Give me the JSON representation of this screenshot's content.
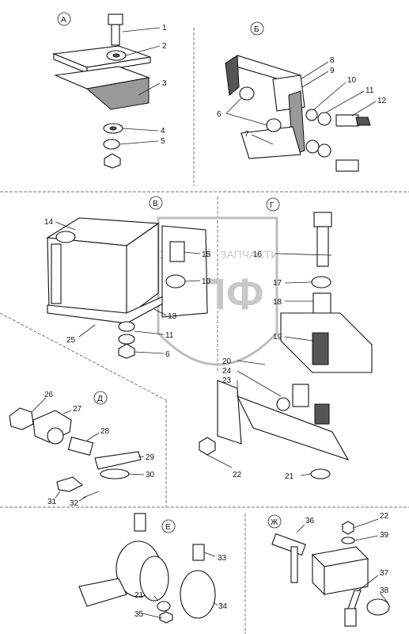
{
  "sections": {
    "a": "А",
    "b": "Б",
    "v": "В",
    "g": "Г",
    "d": "Д",
    "e": "Е",
    "zh": "Ж"
  },
  "watermark": {
    "line1": "ТОРГОВЫЙ",
    "line2": "ЗАПЧАСТИ",
    "logo": "СПФ"
  },
  "labels": {
    "a": [
      "1",
      "2",
      "3",
      "4",
      "5"
    ],
    "b": [
      "8",
      "9",
      "10",
      "11",
      "12",
      "6",
      "7"
    ],
    "v": [
      "14",
      "15",
      "10",
      "13",
      "25",
      "11",
      "6"
    ],
    "g": [
      "16",
      "17",
      "18",
      "19",
      "20",
      "24",
      "23",
      "22",
      "21"
    ],
    "d": [
      "26",
      "27",
      "28",
      "29",
      "30",
      "31",
      "32"
    ],
    "e": [
      "33",
      "21",
      "35",
      "34"
    ],
    "zh": [
      "36",
      "22",
      "39",
      "37",
      "38"
    ]
  }
}
